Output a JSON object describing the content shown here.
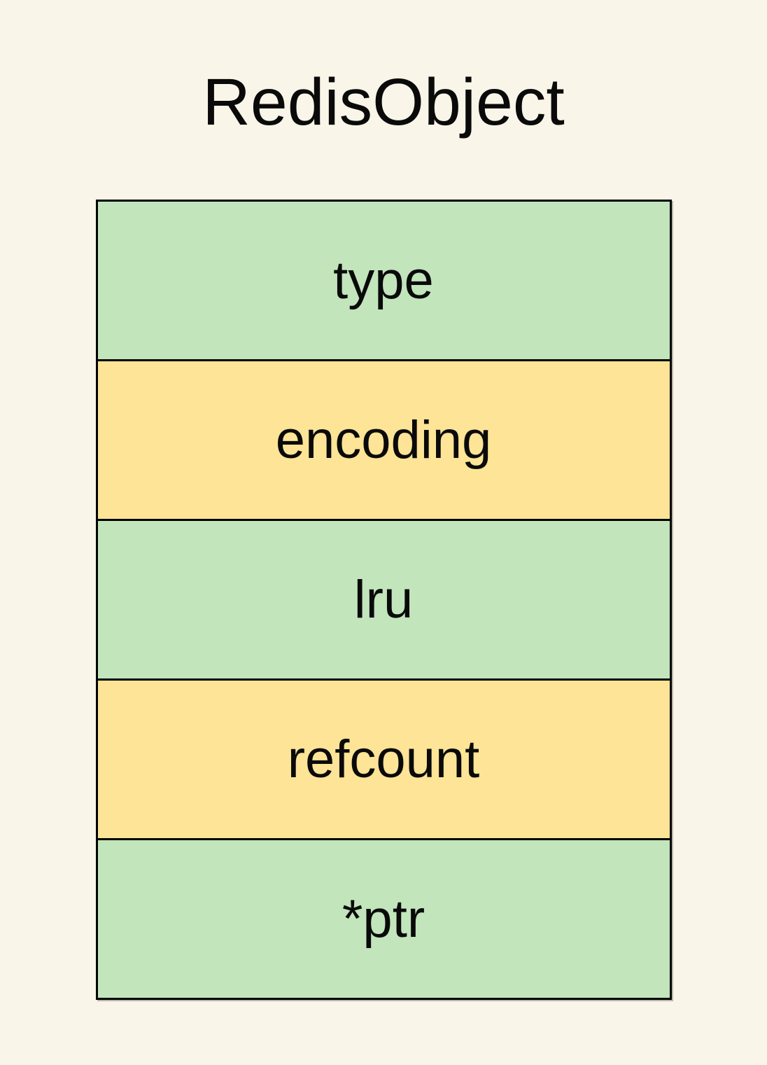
{
  "title": "RedisObject",
  "struct": {
    "rows": [
      {
        "label": "type",
        "color": "green"
      },
      {
        "label": "encoding",
        "color": "yellow"
      },
      {
        "label": "lru",
        "color": "green"
      },
      {
        "label": "refcount",
        "color": "yellow"
      },
      {
        "label": "*ptr",
        "color": "green"
      }
    ]
  },
  "colors": {
    "background": "#F9F5E8",
    "green": "#C2E5BC",
    "yellow": "#FDE496",
    "border": "#000000",
    "text": "#0A0A0A"
  }
}
